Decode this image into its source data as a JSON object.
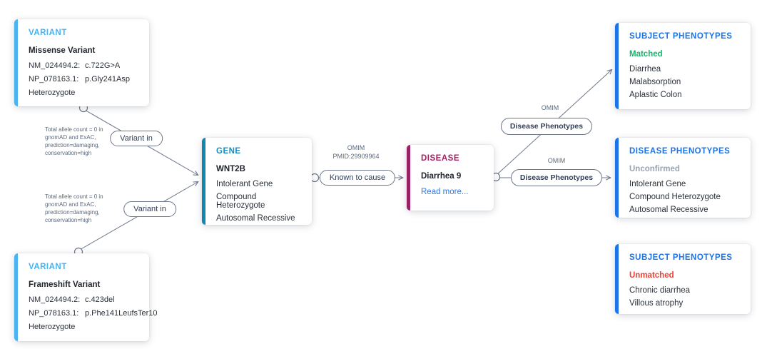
{
  "colors": {
    "variant_accent": "#4cb3f2",
    "gene_accent": "#1287ae",
    "disease_accent": "#9c2066",
    "phenotype_accent": "#1a73e8",
    "matched_green": "#12b76a",
    "unconfirmed_gray": "#9aa3b1",
    "unmatched_red": "#f23d33",
    "link_blue": "#2979e8",
    "edge_gray": "#6b7688"
  },
  "cards": {
    "variant_top": {
      "title": "VARIANT",
      "subtitle": "Missense Variant",
      "rows": [
        {
          "label": "NM_024494.2:",
          "value": "c.722G>A"
        },
        {
          "label": "NP_078163.1:",
          "value": "p.Gly241Asp"
        }
      ],
      "zygosity": "Heterozygote"
    },
    "variant_bottom": {
      "title": "VARIANT",
      "subtitle": "Frameshift Variant",
      "rows": [
        {
          "label": "NM_024494.2:",
          "value": "c.423del"
        },
        {
          "label": "NP_078163.1:",
          "value": "p.Phe141LeufsTer10"
        }
      ],
      "zygosity": "Heterozygote"
    },
    "gene": {
      "title": "GENE",
      "subtitle": "WNT2B",
      "items": [
        "Intolerant Gene",
        "Compound Heterozygote",
        "Autosomal Recessive"
      ]
    },
    "disease": {
      "title": "DISEASE",
      "subtitle": "Diarrhea 9",
      "link": "Read more..."
    },
    "subject_top": {
      "title": "SUBJECT PHENOTYPES",
      "status": "Matched",
      "items": [
        "Diarrhea",
        "Malabsorption",
        "Aplastic Colon"
      ]
    },
    "disease_phenotypes": {
      "title": "DISEASE PHENOTYPES",
      "status": "Unconfirmed",
      "items": [
        "Intolerant Gene",
        "Compound Heterozygote",
        "Autosomal Recessive"
      ]
    },
    "subject_bottom": {
      "title": "SUBJECT PHENOTYPES",
      "status": "Unmatched",
      "items": [
        "Chronic diarrhea",
        "Villous atrophy"
      ]
    }
  },
  "edges": {
    "variant_in_top": {
      "label": "Variant in",
      "note": "Total allele count = 0 in\ngnomAD and ExAC,\nprediction=damaging,\nconservation=high"
    },
    "variant_in_bottom": {
      "label": "Variant in",
      "note": "Total allele count = 0 in\ngnomAD and ExAC,\nprediction=damaging,\nconservation=high"
    },
    "known_to_cause": {
      "label": "Known to cause",
      "note": "OMIM\nPMID:29909964"
    },
    "disease_phenotypes_up": {
      "label": "Disease Phenotypes",
      "note": "OMIM"
    },
    "disease_phenotypes_right": {
      "label": "Disease Phenotypes",
      "note": "OMIM"
    }
  }
}
